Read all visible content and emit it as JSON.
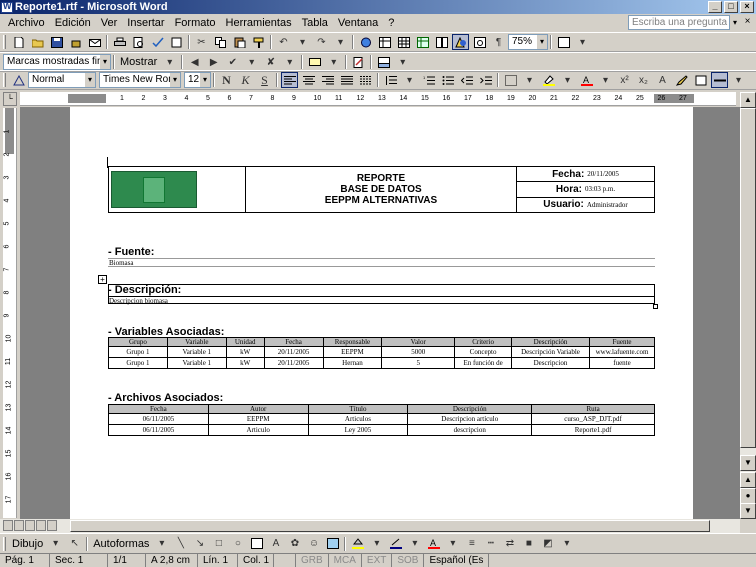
{
  "window": {
    "title": "Reporte1.rtf - Microsoft Word"
  },
  "menu": [
    "Archivo",
    "Edición",
    "Ver",
    "Insertar",
    "Formato",
    "Herramientas",
    "Tabla",
    "Ventana",
    "?"
  ],
  "ask_placeholder": "Escriba una pregunta",
  "toolbar": {
    "zoom": "75%",
    "markup": "Marcas mostradas finales",
    "show_label": "Mostrar",
    "style": "Normal",
    "font": "Times New Roman",
    "size": "12",
    "bold": "N",
    "italic": "K",
    "underline": "S"
  },
  "header": {
    "title_lines": [
      "REPORTE",
      "BASE DE DATOS",
      "EEPPM ALTERNATIVAS"
    ],
    "fecha_label": "Fecha:",
    "fecha_value": "20/11/2005",
    "hora_label": "Hora:",
    "hora_value": "03:03 p.m.",
    "usuario_label": "Usuario:",
    "usuario_value": "Administrador"
  },
  "fuente": {
    "heading": "- Fuente:",
    "value": "Biomasa"
  },
  "descripcion": {
    "heading": "- Descripción:",
    "value": "Descripcion biomasa"
  },
  "variables": {
    "heading": "- Variables Asociadas:",
    "columns": [
      "Grupo",
      "Variable",
      "Unidad",
      "Fecha",
      "Responsable",
      "Valor",
      "Criterio",
      "Descripción",
      "Fuente"
    ],
    "rows": [
      [
        "Grupo 1",
        "Variable 1",
        "kW",
        "20/11/2005",
        "EEPPM",
        "5000",
        "Concepto",
        "Descripción Variable",
        "www.lafuente.com"
      ],
      [
        "Grupo 1",
        "Variable 1",
        "kW",
        "20/11/2005",
        "Hernan",
        "5",
        "En función de",
        "Descripcion",
        "fuente"
      ]
    ]
  },
  "archivos": {
    "heading": "- Archivos Asociados:",
    "columns": [
      "Fecha",
      "Autor",
      "Título",
      "Descripción",
      "Ruta"
    ],
    "rows": [
      [
        "06/11/2005",
        "EEPPM",
        "Articulos",
        "Descripcion artículo",
        "curso_ASP_DJT.pdf"
      ],
      [
        "06/11/2005",
        "Articulo",
        "Ley 2005",
        "descripcion",
        "Reporte1.pdf"
      ]
    ]
  },
  "drawbar": {
    "draw": "Dibujo",
    "autoshapes": "Autoformas"
  },
  "status": {
    "page": "Pág.   1",
    "section": "Sec.   1",
    "pages": "1/1",
    "position": "A  2,8 cm",
    "line": "Lín.   1",
    "col": "Col.   1",
    "grb": "GRB",
    "mca": "MCA",
    "ext": "EXT",
    "sob": "SOB",
    "lang": "Español (Es"
  },
  "ruler": {
    "h_ticks": [
      "1",
      "2",
      "3",
      "4",
      "5",
      "6",
      "7",
      "8",
      "9",
      "10",
      "11",
      "12",
      "13",
      "14",
      "15",
      "16",
      "17",
      "18",
      "19",
      "20",
      "21",
      "22",
      "23",
      "24",
      "25",
      "26",
      "27"
    ],
    "v_ticks": [
      "1",
      "2",
      "3",
      "4",
      "5",
      "6",
      "7",
      "8",
      "9",
      "10",
      "11",
      "12",
      "13",
      "14",
      "15",
      "16",
      "17"
    ]
  }
}
